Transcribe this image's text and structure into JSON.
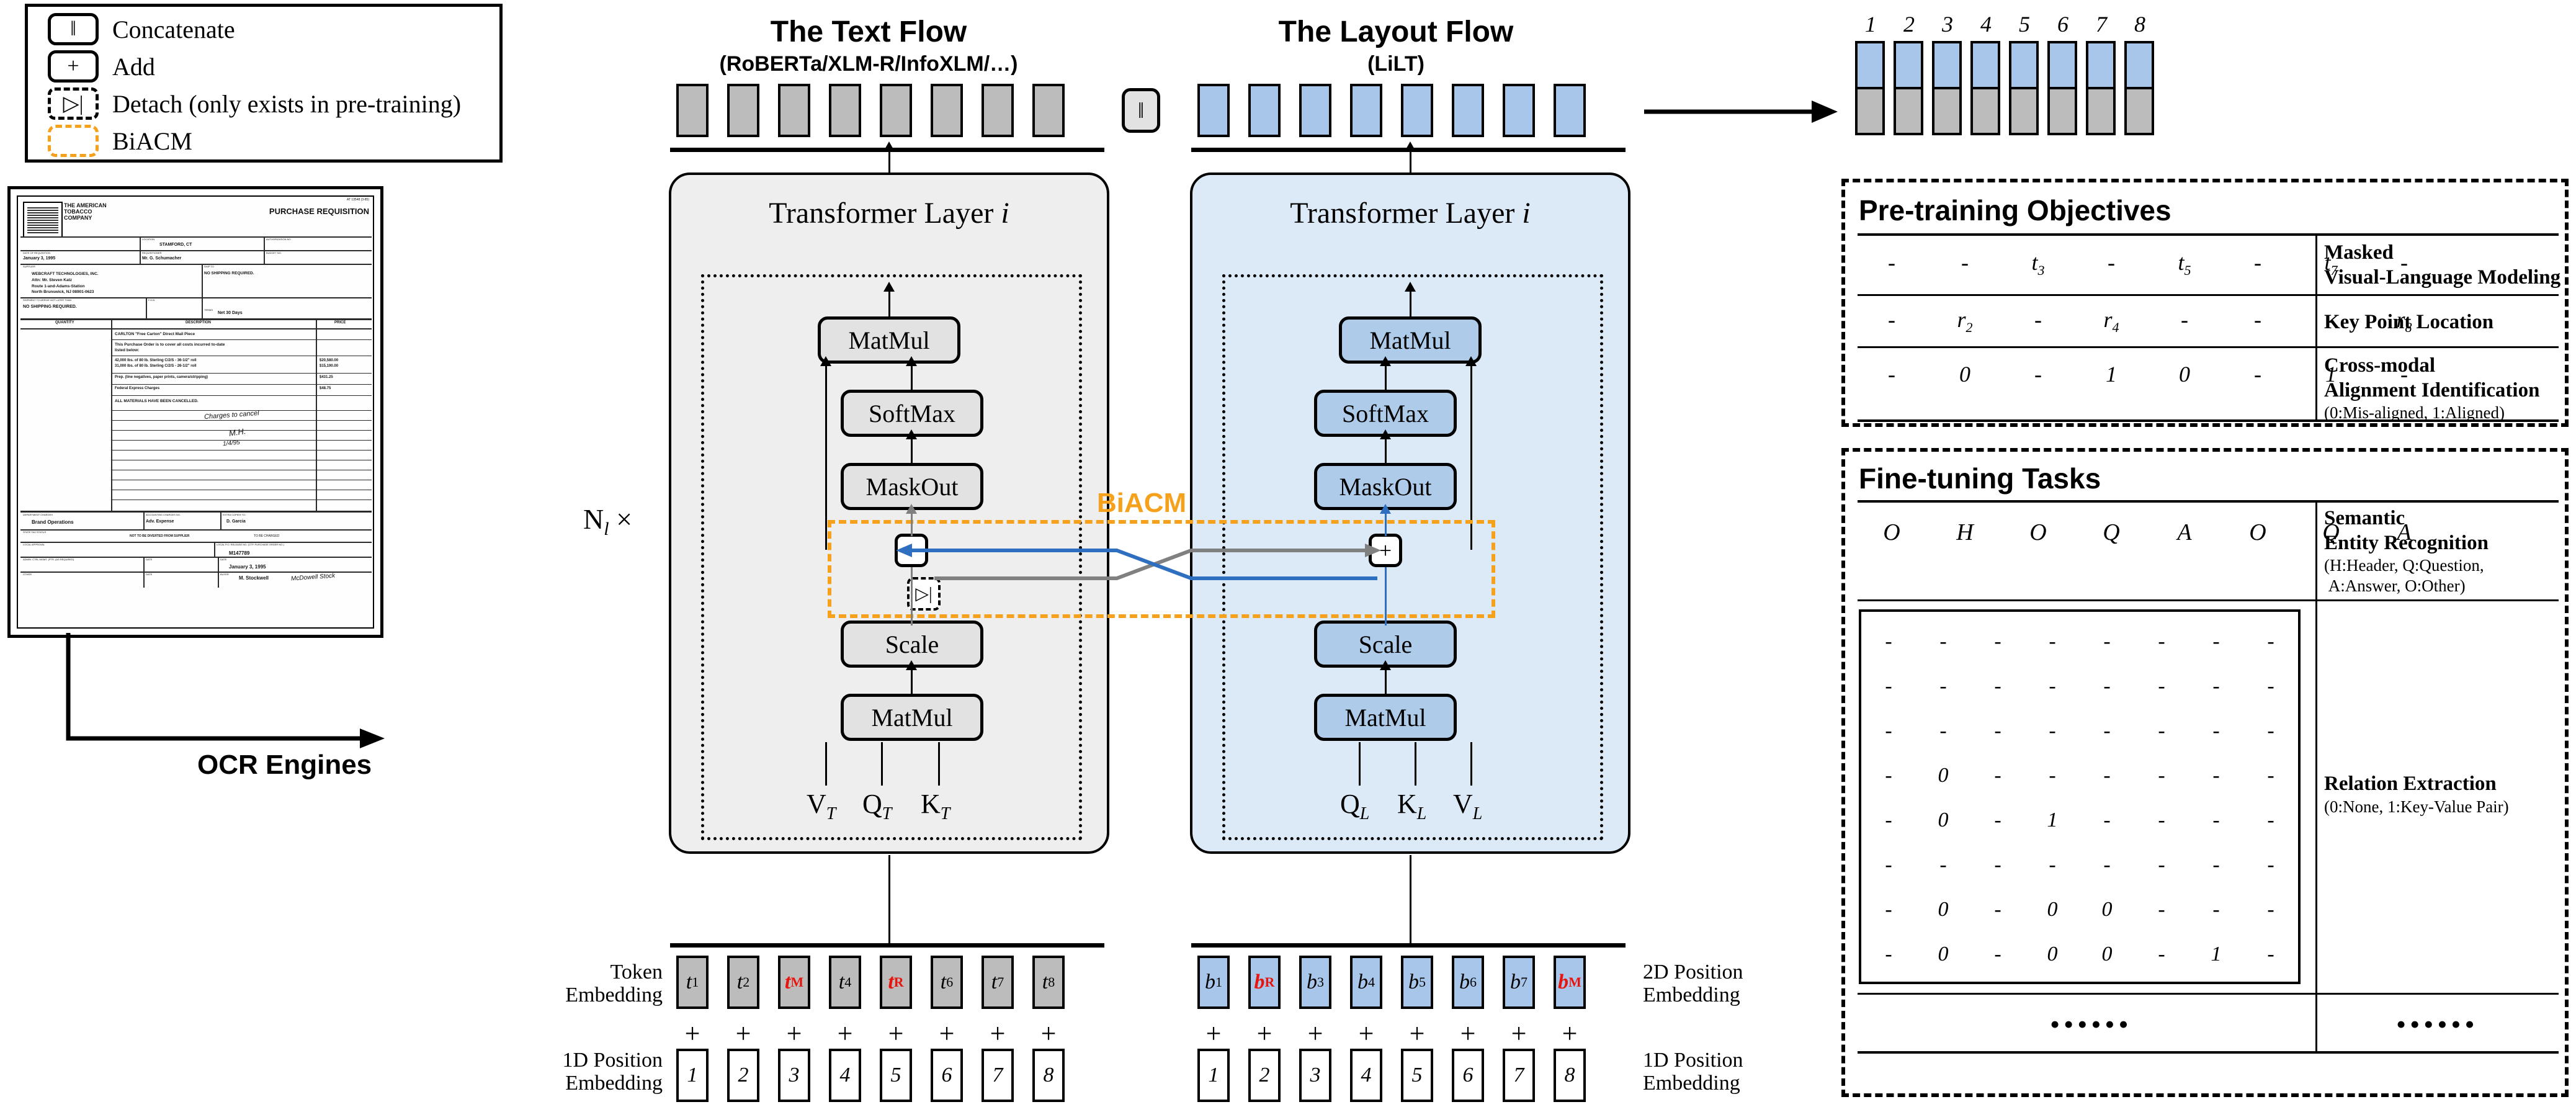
{
  "legend": {
    "items": [
      {
        "icon": "concatenate-icon",
        "glyph": "‖",
        "label": "Concatenate",
        "style": "solid"
      },
      {
        "icon": "add-icon",
        "glyph": "+",
        "label": "Add",
        "style": "solid"
      },
      {
        "icon": "detach-icon",
        "glyph": "▷|",
        "label": "Detach (only exists in pre-training)",
        "style": "dashed"
      },
      {
        "icon": "biacm-icon",
        "glyph": "",
        "label": "BiACM",
        "style": "orange-dashed"
      }
    ]
  },
  "document": {
    "company": "THE AMERICAN TOBACCO COMPANY",
    "form_title": "PURCHASE REQUISITION",
    "ref": "AT 13548 (3-85)",
    "fields": [
      {
        "label": "LOCATION",
        "value": "STAMFORD, CT"
      },
      {
        "label": "AUTHORIZATION NO.",
        "value": ""
      },
      {
        "label": "DATE OF REQUISITION",
        "value": "January 3, 1995"
      },
      {
        "label": "REQUISITIONER",
        "value": "Mr. G. Schumacher"
      },
      {
        "label": "BUDGET NO.",
        "value": ""
      },
      {
        "label": "SUPPLIER",
        "value": "WEBCRAFT TECHNOLOGIES, INC.\nAttn: Mr. Steven Katz\nRoute 1-and-Adams-Station\nNorth Brunswick, NJ 08901-0623"
      },
      {
        "label": "SHIP TO",
        "value": "NO SHIPPING REQUIRED."
      },
      {
        "label": "SHIPMENT TO ARRIVE NOT LATER THAN",
        "value": "NO SHIPPING REQUIRED."
      },
      {
        "label": "F.O.B.",
        "value": ""
      },
      {
        "label": "TERMS",
        "value": "Net 30 Days"
      }
    ],
    "table_headers": [
      "QUANTITY",
      "DESCRIPTION",
      "PRICE"
    ],
    "rows": [
      {
        "qty": "",
        "desc": "CARLTON \"Free Carton\" Direct Mail Piece",
        "price": ""
      },
      {
        "qty": "",
        "desc": "This Purchase Order is to cover all costs incurred to-date listed below:",
        "price": ""
      },
      {
        "qty": "",
        "desc": "42,000 lbs. of 80 lb. Sterling C/2/S - 36-1/2\" roll\n31,000 lbs. of 80 lb. Sterling C/2/S - 26-1/2\" roll",
        "price": "$20,580.00\n$15,190.00"
      },
      {
        "qty": "",
        "desc": "Prep. (line negatives, paper prints, camera/stripping)",
        "price": "$431.25"
      },
      {
        "qty": "",
        "desc": "Federal Express Charges",
        "price": "$48.75"
      },
      {
        "qty": "",
        "desc": "ALL MATERIALS HAVE BEEN CANCELLED.",
        "price": ""
      }
    ],
    "handwriting": [
      "Charges to cancel",
      "M.H.",
      "1/4/95"
    ],
    "footer": {
      "department_charges_label": "DEPARTMENT CHARGES",
      "department_charges": "Brand Operations",
      "accounting_label": "ACCOUNTING CHARGES NO.",
      "accounting": "Adv. Expense",
      "extra_label": "EXTRA COPIES TO:",
      "extra": "D. Garcia",
      "state_tax_label": "STATE TAX STATUS",
      "exempt": "NOT TO BE DIVERTED FROM SUPPLIER",
      "to_be_charged": "TO BE CHARGED",
      "local_approval_label": "LOCAL APPROVAL",
      "local_po_label": "LOCAL P.O. RELEASE NO.",
      "local_po": "M147789",
      "admin_label": "ADMIN. CTRL MGMT. (PTR. (AS REQUIRED)",
      "date_label": "DATE",
      "date": "January 3, 1995",
      "other_label": "OTHER",
      "buyer_label": "BUYER",
      "buyer": "M. Stockwell"
    }
  },
  "ocr": {
    "label": "OCR Engines"
  },
  "text_flow": {
    "title": "The Text Flow",
    "subtitle": "(RoBERTa/XLM-R/InfoXLM/…)",
    "transformer_label": "Transformer Layer i",
    "ops": [
      "MatMul",
      "SoftMax",
      "MaskOut",
      "Scale",
      "MatMul"
    ],
    "inputs": [
      "V_T",
      "Q_T",
      "K_T"
    ],
    "output_cells": [
      "",
      "",
      "",
      "",
      "",
      "",
      "",
      ""
    ],
    "token_label": "Token\nEmbedding",
    "tokens": [
      {
        "text": "t",
        "sub": "1",
        "red": false
      },
      {
        "text": "t",
        "sub": "2",
        "red": false
      },
      {
        "text": "t",
        "sub": "M",
        "red": true
      },
      {
        "text": "t",
        "sub": "4",
        "red": false
      },
      {
        "text": "t",
        "sub": "R",
        "red": true
      },
      {
        "text": "t",
        "sub": "6",
        "red": false
      },
      {
        "text": "t",
        "sub": "7",
        "red": false
      },
      {
        "text": "t",
        "sub": "8",
        "red": false
      }
    ],
    "pos_label": "1D Position\nEmbedding",
    "positions": [
      "1",
      "2",
      "3",
      "4",
      "5",
      "6",
      "7",
      "8"
    ],
    "plus": "+"
  },
  "layout_flow": {
    "title": "The Layout Flow",
    "subtitle": "(LiLT)",
    "transformer_label": "Transformer Layer i",
    "ops": [
      "MatMul",
      "SoftMax",
      "MaskOut",
      "Scale",
      "MatMul"
    ],
    "inputs": [
      "Q_L",
      "K_L",
      "V_L"
    ],
    "token_label": "2D Position\nEmbedding",
    "tokens": [
      {
        "text": "b",
        "sub": "1",
        "red": false
      },
      {
        "text": "b",
        "sub": "R",
        "red": true
      },
      {
        "text": "b",
        "sub": "3",
        "red": false
      },
      {
        "text": "b",
        "sub": "4",
        "red": false
      },
      {
        "text": "b",
        "sub": "5",
        "red": false
      },
      {
        "text": "b",
        "sub": "6",
        "red": false
      },
      {
        "text": "b",
        "sub": "7",
        "red": false
      },
      {
        "text": "b",
        "sub": "M",
        "red": true
      }
    ],
    "pos_label": "1D Position\nEmbedding",
    "positions": [
      "1",
      "2",
      "3",
      "4",
      "5",
      "6",
      "7",
      "8"
    ],
    "plus": "+"
  },
  "biacm": {
    "label": "BiACM",
    "add": "+",
    "detach": "▷|",
    "color": "#F5A11B"
  },
  "repeat": {
    "label": "N",
    "sub": "l",
    "times": "×"
  },
  "concat": {
    "glyph": "‖"
  },
  "output_stack": {
    "indices": [
      "1",
      "2",
      "3",
      "4",
      "5",
      "6",
      "7",
      "8"
    ]
  },
  "pretraining": {
    "title": "Pre-training Objectives",
    "rows": [
      {
        "cells": [
          {
            "t": "-",
            "sub": ""
          },
          {
            "t": "-",
            "sub": ""
          },
          {
            "t": "t",
            "sub": "3"
          },
          {
            "t": "-",
            "sub": ""
          },
          {
            "t": "t",
            "sub": "5"
          },
          {
            "t": "-",
            "sub": ""
          },
          {
            "t": "t",
            "sub": "7"
          },
          {
            "t": "-",
            "sub": ""
          }
        ],
        "name": "Masked\nVisual-Language Modeling",
        "note": ""
      },
      {
        "cells": [
          {
            "t": "-",
            "sub": ""
          },
          {
            "t": "r",
            "sub": "2"
          },
          {
            "t": "-",
            "sub": ""
          },
          {
            "t": "r",
            "sub": "4"
          },
          {
            "t": "-",
            "sub": ""
          },
          {
            "t": "-",
            "sub": ""
          },
          {
            "t": "-",
            "sub": ""
          },
          {
            "t": "r",
            "sub": "8"
          }
        ],
        "name": "Key Point Location",
        "note": ""
      },
      {
        "cells": [
          {
            "t": "-",
            "sub": ""
          },
          {
            "t": "0",
            "sub": ""
          },
          {
            "t": "-",
            "sub": ""
          },
          {
            "t": "1",
            "sub": ""
          },
          {
            "t": "0",
            "sub": ""
          },
          {
            "t": "-",
            "sub": ""
          },
          {
            "t": "1",
            "sub": ""
          },
          {
            "t": "-",
            "sub": ""
          }
        ],
        "name": "Cross-modal\nAlignment Identification",
        "note": "(0:Mis-aligned, 1:Aligned)"
      }
    ]
  },
  "finetuning": {
    "title": "Fine-tuning Tasks",
    "ser": {
      "labels": [
        "O",
        "H",
        "O",
        "Q",
        "A",
        "O",
        "Q",
        "A"
      ],
      "name": "Semantic\nEntity Recognition",
      "note": "(H:Header, Q:Question,\n A:Answer, O:Other)"
    },
    "re": {
      "matrix": [
        [
          "-",
          "-",
          "-",
          "-",
          "-",
          "-",
          "-",
          "-"
        ],
        [
          "-",
          "-",
          "-",
          "-",
          "-",
          "-",
          "-",
          "-"
        ],
        [
          "-",
          "-",
          "-",
          "-",
          "-",
          "-",
          "-",
          "-"
        ],
        [
          "-",
          "0",
          "-",
          "-",
          "-",
          "-",
          "-",
          "-"
        ],
        [
          "-",
          "0",
          "-",
          "1",
          "-",
          "-",
          "-",
          "-"
        ],
        [
          "-",
          "-",
          "-",
          "-",
          "-",
          "-",
          "-",
          "-"
        ],
        [
          "-",
          "0",
          "-",
          "0",
          "0",
          "-",
          "-",
          "-"
        ],
        [
          "-",
          "0",
          "-",
          "0",
          "0",
          "-",
          "1",
          "-"
        ]
      ],
      "name": "Relation Extraction",
      "note": "(0:None, 1:Key-Value Pair)"
    },
    "ellipsis_left": "••••••",
    "ellipsis_right": "••••••"
  }
}
